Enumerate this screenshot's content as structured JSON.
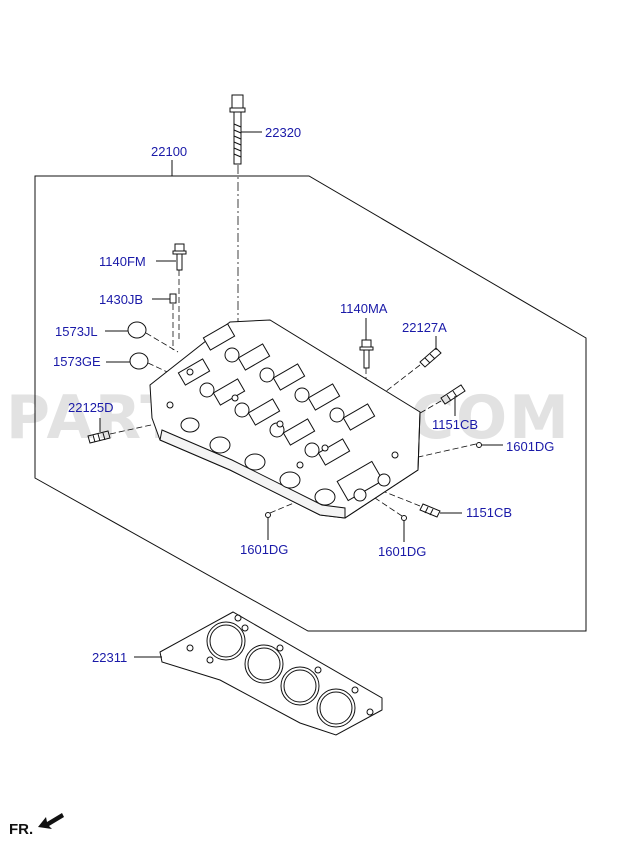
{
  "watermark": "PARTSOUQ.COM",
  "footer": {
    "direction_label": "FR."
  },
  "colors": {
    "label": "#1a1aa8",
    "line": "#111111",
    "watermark": "#e2e2e2"
  },
  "parts": [
    {
      "id": "p-22320",
      "number": "22320"
    },
    {
      "id": "p-22100",
      "number": "22100"
    },
    {
      "id": "p-1140fm",
      "number": "1140FM"
    },
    {
      "id": "p-1430jb",
      "number": "1430JB"
    },
    {
      "id": "p-1573jl",
      "number": "1573JL"
    },
    {
      "id": "p-1573ge",
      "number": "1573GE"
    },
    {
      "id": "p-22125d",
      "number": "22125D"
    },
    {
      "id": "p-1140ma",
      "number": "1140MA"
    },
    {
      "id": "p-22127a",
      "number": "22127A"
    },
    {
      "id": "p-1151cb-a",
      "number": "1151CB"
    },
    {
      "id": "p-1601dg-a",
      "number": "1601DG"
    },
    {
      "id": "p-1151cb-b",
      "number": "1151CB"
    },
    {
      "id": "p-1601dg-b",
      "number": "1601DG"
    },
    {
      "id": "p-1601dg-c",
      "number": "1601DG"
    },
    {
      "id": "p-22311",
      "number": "22311"
    }
  ]
}
